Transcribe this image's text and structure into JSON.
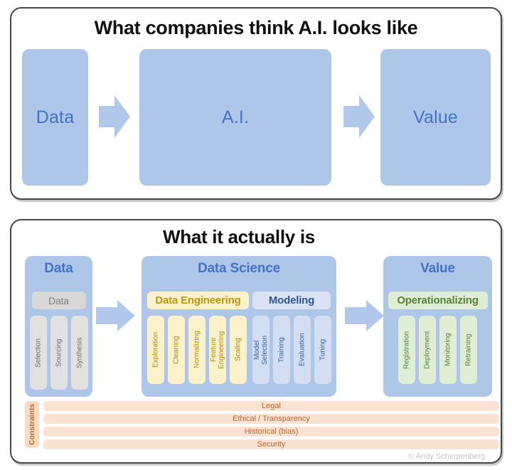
{
  "top": {
    "title": "What companies think A.I. looks like",
    "boxes": [
      {
        "label": "Data"
      },
      {
        "label": "A.I."
      },
      {
        "label": "Value"
      }
    ]
  },
  "bottom": {
    "title": "What it actually is",
    "columns": [
      {
        "header": "Data",
        "subgroups": [
          {
            "label": "Data",
            "theme": "gray",
            "items": [
              "Selection",
              "Sourcing",
              "Synthesis"
            ]
          }
        ]
      },
      {
        "header": "Data Science",
        "subgroups": [
          {
            "label": "Data Engineering",
            "theme": "yellow",
            "items": [
              "Exploration",
              "Cleaning",
              "Normalizing",
              "Feature\nEngineering",
              "Scaling"
            ]
          },
          {
            "label": "Modeling",
            "theme": "blue",
            "items": [
              "Model\nSelection",
              "Training",
              "Evaluation",
              "Tuning"
            ]
          }
        ]
      },
      {
        "header": "Value",
        "subgroups": [
          {
            "label": "Operationalizing",
            "theme": "green",
            "items": [
              "Registration",
              "Deployment",
              "Monitoring",
              "Retraining"
            ]
          }
        ]
      }
    ],
    "constraints": {
      "label": "Constraints",
      "bars": [
        "Legal",
        "Ethical / Transparency",
        "Historical (bias)",
        "Security"
      ]
    },
    "credit": "© Andy Scherpenberg"
  },
  "colors": {
    "panel_border": "#454545",
    "blue_fill": "#AEC6E8",
    "blue_text": "#4472C4",
    "gray_fill": "#D8D8D8",
    "gray_text": "#7F7F7F",
    "yellow_fill": "#FBF1CB",
    "yellow_text": "#BC9712",
    "modeling_fill": "#DAE2F4",
    "modeling_text": "#2E5395",
    "green_fill": "#DFEDD4",
    "green_text": "#538135",
    "orange_fill": "#FAE3D3",
    "orange_text": "#C0612C",
    "constraints_fill": "#F8DBC2"
  }
}
